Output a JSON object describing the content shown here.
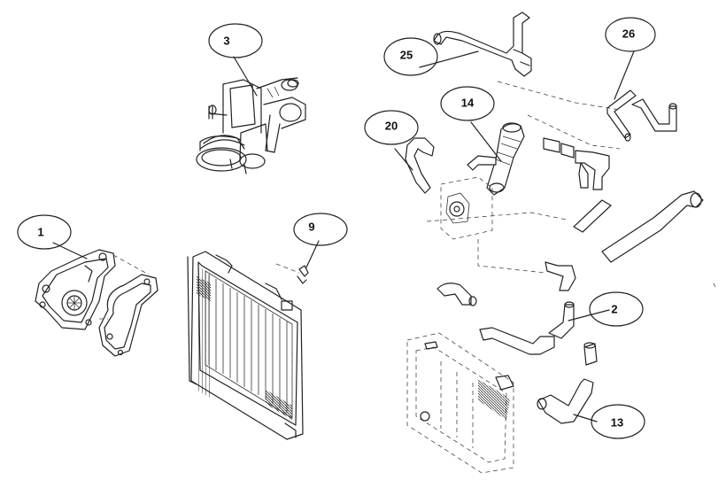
{
  "diagram": {
    "callouts": [
      {
        "id": "part-1",
        "label": "1"
      },
      {
        "id": "part-2",
        "label": "2"
      },
      {
        "id": "part-3",
        "label": "3"
      },
      {
        "id": "part-9",
        "label": "9"
      },
      {
        "id": "part-13",
        "label": "13"
      },
      {
        "id": "part-14",
        "label": "14"
      },
      {
        "id": "part-20",
        "label": "20"
      },
      {
        "id": "part-25",
        "label": "25"
      },
      {
        "id": "part-26",
        "label": "26"
      }
    ]
  }
}
